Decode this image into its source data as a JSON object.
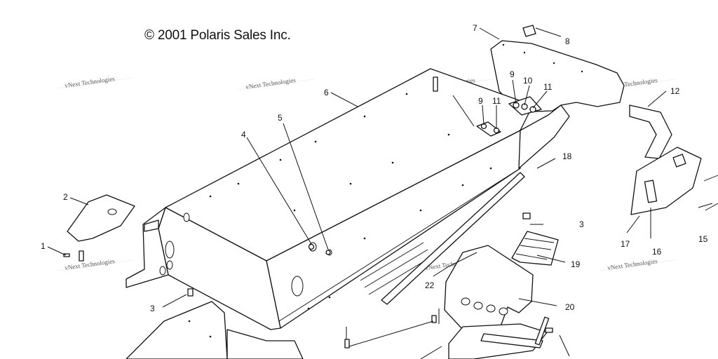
{
  "copyright": "© 2001 Polaris Sales Inc.",
  "watermark": "vNext Technologies",
  "callouts": [
    "1",
    "2",
    "3",
    "3",
    "4",
    "5",
    "6",
    "7",
    "8",
    "9",
    "9",
    "10",
    "11",
    "11",
    "12",
    "15",
    "16",
    "17",
    "18",
    "19",
    "20",
    "22"
  ]
}
